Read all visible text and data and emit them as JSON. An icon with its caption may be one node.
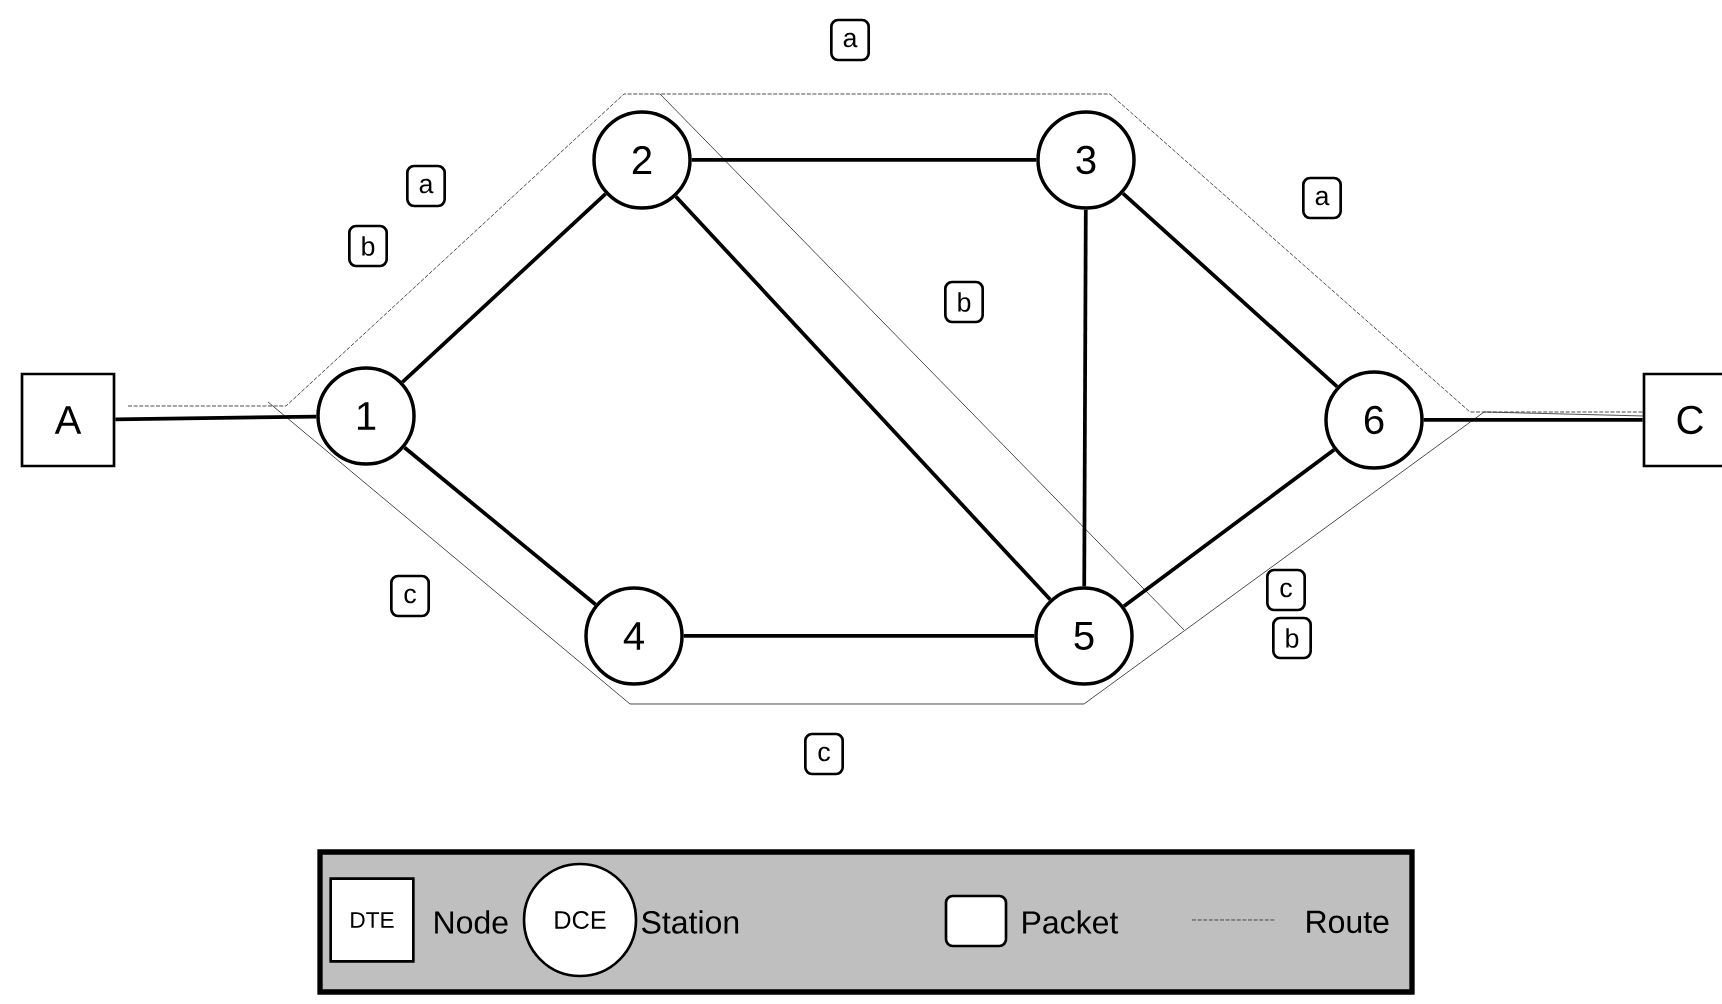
{
  "diagram": {
    "nodes": [
      {
        "text": [
          "A"
        ]
      },
      {
        "text": [
          "1"
        ]
      },
      {
        "text": [
          "2"
        ]
      },
      {
        "text": [
          "3"
        ]
      },
      {
        "text": [
          "4"
        ]
      },
      {
        "text": [
          "5"
        ]
      },
      {
        "text": [
          "6"
        ]
      },
      {
        "text": [
          "C"
        ]
      },
      {
        "text": [
          "a"
        ]
      },
      {
        "text": [
          "a"
        ]
      },
      {
        "text": [
          "b"
        ]
      },
      {
        "text": [
          "b"
        ]
      },
      {
        "text": [
          "a"
        ]
      },
      {
        "text": [
          "c"
        ]
      },
      {
        "text": [
          "c"
        ]
      },
      {
        "text": [
          "b"
        ]
      },
      {
        "text": [
          "c"
        ]
      },
      {
        "text": [
          "DTE"
        ]
      },
      {
        "text": [
          "DCE"
        ]
      }
    ],
    "edges": [
      {
        "from": 0,
        "to": 1,
        "arrow": "none"
      },
      {
        "from": 1,
        "to": 2,
        "arrow": "none"
      },
      {
        "from": 1,
        "to": 4,
        "arrow": "none"
      },
      {
        "from": 2,
        "to": 3,
        "arrow": "none"
      },
      {
        "from": 2,
        "to": 5,
        "arrow": "none"
      },
      {
        "from": 3,
        "to": 5,
        "arrow": "none"
      },
      {
        "from": 3,
        "to": 6,
        "arrow": "none"
      },
      {
        "from": 4,
        "to": 5,
        "arrow": "none"
      },
      {
        "from": 5,
        "to": 6,
        "arrow": "none"
      },
      {
        "from": 6,
        "to": 7,
        "arrow": "none"
      }
    ],
    "legend": [
      {
        "text": "Node"
      },
      {
        "text": "Station"
      },
      {
        "text": "Packet"
      },
      {
        "text": "Route"
      }
    ]
  }
}
